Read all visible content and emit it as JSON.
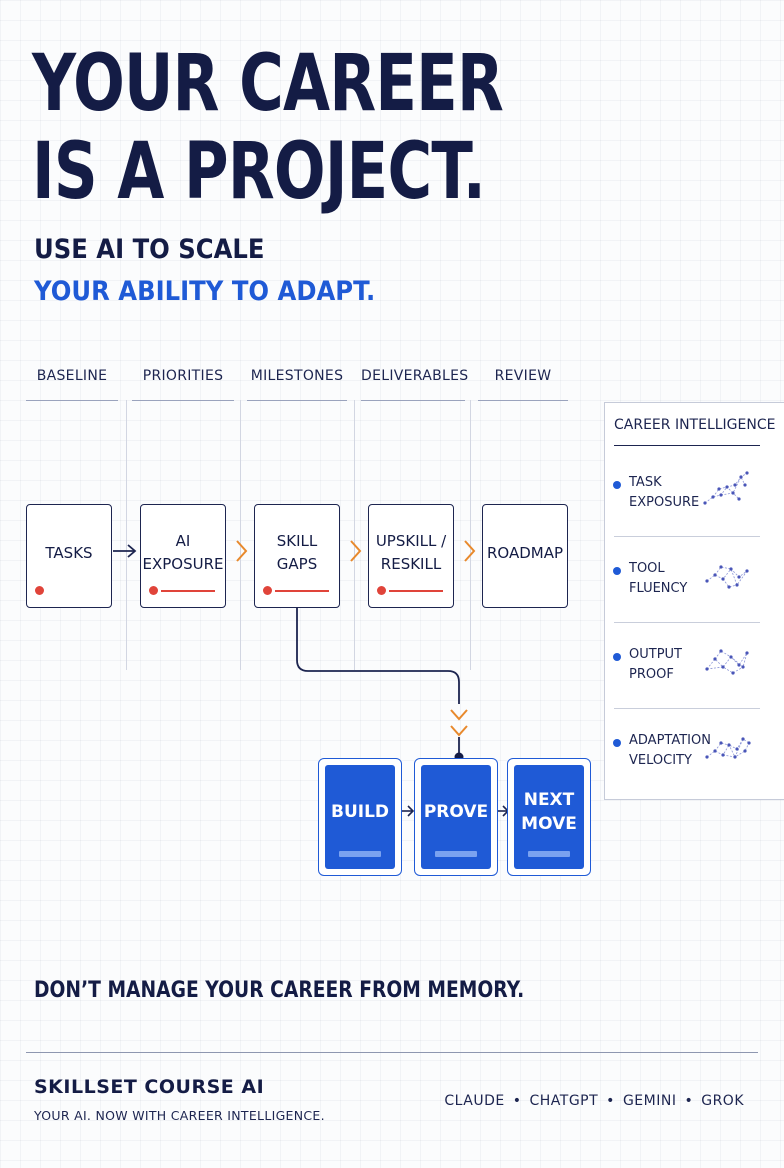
{
  "headline": {
    "line1": "YOUR CAREER",
    "line2": "IS A PROJECT."
  },
  "subheadline": {
    "line1": "USE AI TO SCALE",
    "line2": "YOUR ABILITY TO ADAPT."
  },
  "phases": [
    "BASELINE",
    "PRIORITIES",
    "MILESTONES",
    "DELIVERABLES",
    "REVIEW"
  ],
  "flow_cards": [
    {
      "label": "TASKS",
      "marker": "dot"
    },
    {
      "label": "AI\nEXPOSURE",
      "marker": "dot-line"
    },
    {
      "label": "SKILL\nGAPS",
      "marker": "dot-line"
    },
    {
      "label": "UPSKILL /\nRESKILL",
      "marker": "dot-line"
    },
    {
      "label": "ROADMAP",
      "marker": "none"
    }
  ],
  "action_cards": [
    {
      "label": "BUILD"
    },
    {
      "label": "PROVE"
    },
    {
      "label": "NEXT\nMOVE"
    }
  ],
  "career_intelligence": {
    "title": "CAREER INTELLIGENCE",
    "items": [
      {
        "label": "TASK\nEXPOSURE"
      },
      {
        "label": "TOOL\nFLUENCY"
      },
      {
        "label": "OUTPUT\nPROOF"
      },
      {
        "label": "ADAPTATION\nVELOCITY"
      }
    ]
  },
  "tagline": "DON’T MANAGE YOUR CAREER FROM MEMORY.",
  "footer": {
    "brand": "SKILLSET COURSE AI",
    "subtitle": "YOUR AI. NOW WITH CAREER INTELLIGENCE.",
    "models": [
      "CLAUDE",
      "CHATGPT",
      "GEMINI",
      "GROK"
    ],
    "separator": "•"
  },
  "colors": {
    "navy": "#141c45",
    "blue": "#1f5ad6",
    "red": "#e0443a",
    "orange": "#e8892c"
  },
  "icons": {
    "arrow": "arrow-right-icon",
    "chevron": "chevron-right-icon",
    "double_chevron": "double-chevron-down-icon",
    "network": "network-graph-icon"
  }
}
